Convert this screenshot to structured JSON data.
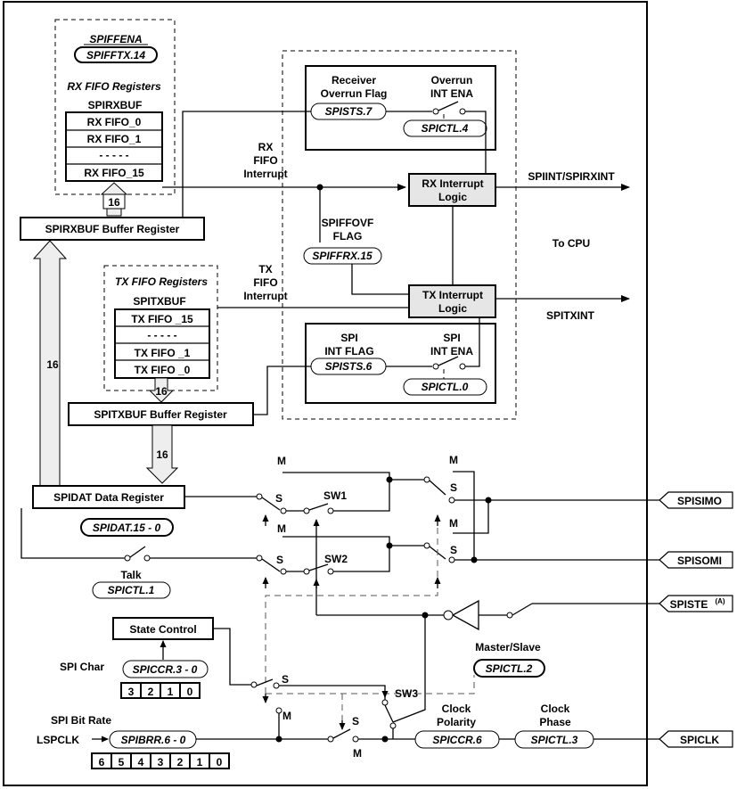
{
  "labels": {
    "spiffena": "SPIFFENA",
    "spifftx14": "SPIFFTX.14",
    "rx_fifo_registers": "RX FIFO Registers",
    "spirxbuf": "SPIRXBUF",
    "rx_fifo_0": "RX FIFO_0",
    "rx_fifo_1": "RX FIFO_1",
    "fifo_dots": "- - - - -",
    "rx_fifo_15": "RX FIFO_15",
    "bus16": "16",
    "spirxbuf_buffer_register": "SPIRXBUF Buffer Register",
    "rx": "RX",
    "fifo": "FIFO",
    "interrupt": "Interrupt",
    "tx": "TX",
    "receiver": "Receiver",
    "overrun_flag": "Overrun Flag",
    "spists7": "SPISTS.7",
    "overrun": "Overrun",
    "int_ena": "INT ENA",
    "spictl4": "SPICTL.4",
    "rx_interrupt": "RX Interrupt",
    "logic": "Logic",
    "spiint_spirxint": "SPIINT/SPIRXINT",
    "spiffovf": "SPIFFOVF",
    "flag": "FLAG",
    "spiffrx15": "SPIFFRX.15",
    "to_cpu": "To CPU",
    "tx_fifo_registers": "TX FIFO Registers",
    "spitxbuf": "SPITXBUF",
    "tx_fifo_15": "TX FIFO _15",
    "tx_fifo_1": "TX FIFO _1",
    "tx_fifo_0": "TX FIFO _0",
    "tx_interrupt": "TX Interrupt",
    "spitxint": "SPITXINT",
    "spi": "SPI",
    "int_flag": "INT FLAG",
    "spists6": "SPISTS.6",
    "spictl0": "SPICTL.0",
    "spitxbuf_buffer_register": "SPITXBUF Buffer Register",
    "m": "M",
    "s": "S",
    "sw1": "SW1",
    "sw2": "SW2",
    "sw3": "SW3",
    "spidat_data_register": "SPIDAT Data Register",
    "spidat15_0": "SPIDAT.15 - 0",
    "talk": "Talk",
    "spictl1": "SPICTL.1",
    "spisimo": "SPISIMO",
    "spisomi": "SPISOMI",
    "spiste": "SPISTE",
    "spiste_sup": "(A)",
    "state_control": "State Control",
    "master_slave": "Master/Slave",
    "spictl2": "SPICTL.2",
    "spi_char": "SPI Char",
    "spiccr3_0": "SPICCR.3 - 0",
    "spi_bit_rate": "SPI Bit Rate",
    "spibrr6_0": "SPIBRR.6 - 0",
    "lspclk": "LSPCLK",
    "clock": "Clock",
    "polarity": "Polarity",
    "phase": "Phase",
    "spiccr6": "SPICCR.6",
    "spictl3": "SPICTL.3",
    "spiclk": "SPICLK"
  },
  "spi_char_bits": [
    "3",
    "2",
    "1",
    "0"
  ],
  "spi_bit_rate_bits": [
    "6",
    "5",
    "4",
    "3",
    "2",
    "1",
    "0"
  ]
}
